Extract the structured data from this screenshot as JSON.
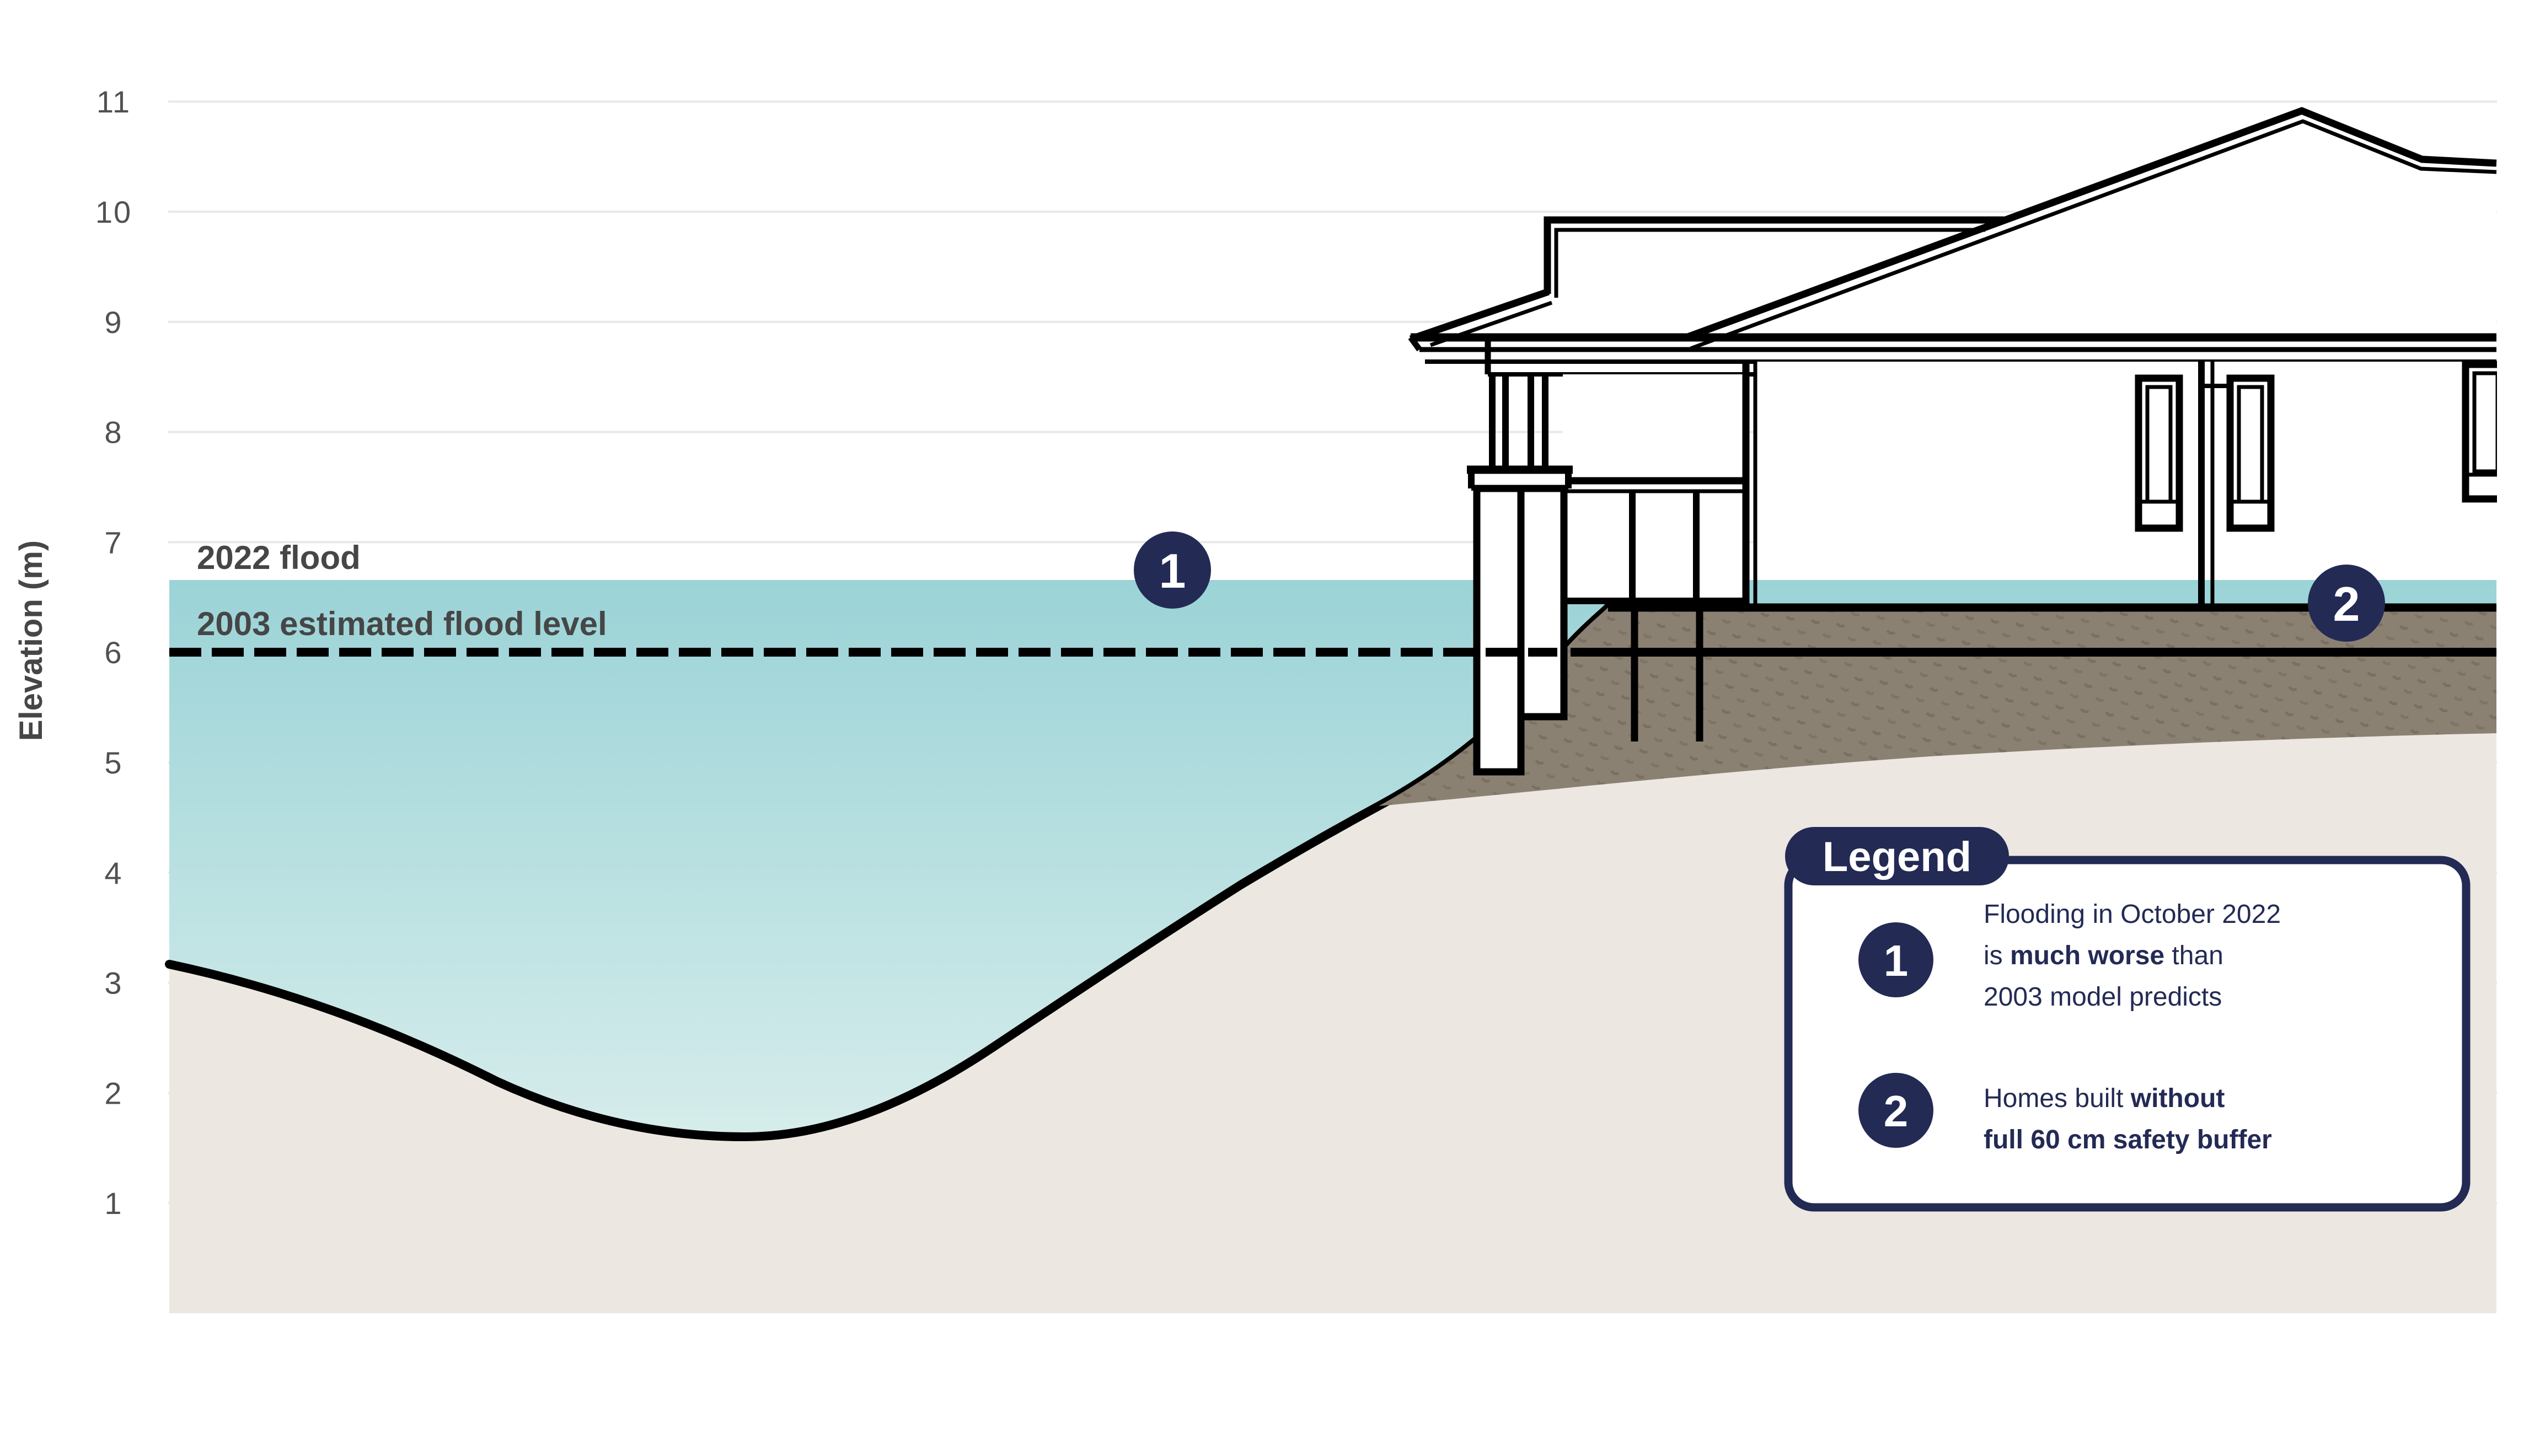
{
  "axis": {
    "label": "Elevation (m)",
    "ticks": [
      "11",
      "10",
      "9",
      "8",
      "7",
      "6",
      "5",
      "4",
      "3",
      "2",
      "1"
    ]
  },
  "annotations": {
    "flood_2022": "2022 flood",
    "flood_2003": "2003 estimated flood level"
  },
  "markers": [
    {
      "id": "1"
    },
    {
      "id": "2"
    }
  ],
  "legend": {
    "title": "Legend",
    "items": [
      {
        "num": "1",
        "lines": [
          [
            {
              "t": "Flooding in October 2022",
              "b": false
            }
          ],
          [
            {
              "t": "is ",
              "b": false
            },
            {
              "t": "much worse",
              "b": true
            },
            {
              "t": " than",
              "b": false
            }
          ],
          [
            {
              "t": "2003 model predicts",
              "b": false
            }
          ]
        ]
      },
      {
        "num": "2",
        "lines": [
          [
            {
              "t": "Homes built ",
              "b": false
            },
            {
              "t": "without",
              "b": true
            }
          ],
          [
            {
              "t": "full 60 cm safety buffer",
              "b": true
            }
          ]
        ]
      }
    ]
  },
  "colors": {
    "water_top": "#9bd3d7",
    "water_bottom": "#d9eeec",
    "terrain": "#ece7e1",
    "fill_brown": "#8b8173",
    "fill_speck": "#6b6152",
    "navy": "#232a54",
    "ink": "#000000",
    "text_dark": "#464646",
    "tick_gray": "#515151",
    "gridline": "#e8e8e8"
  }
}
